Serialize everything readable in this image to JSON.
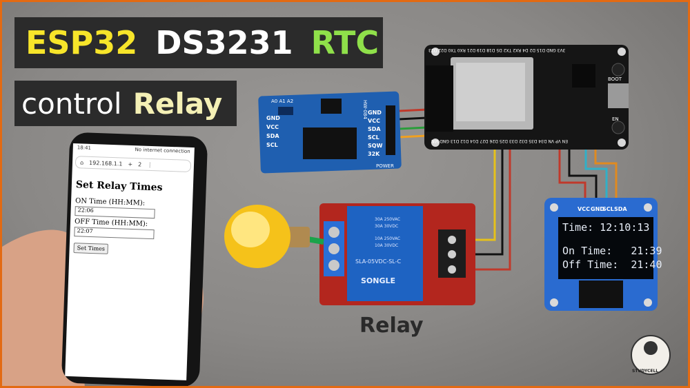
{
  "title": {
    "line1": [
      "ESP32",
      "DS3231",
      "RTC"
    ],
    "line2_a": "control",
    "line2_b": "Relay"
  },
  "phone": {
    "status_time": "18:41",
    "network": "No internet connection",
    "url": "192.168.1.1",
    "tabs": "2",
    "heading": "Set Relay Times",
    "on_label": "ON Time (HH:MM):",
    "on_value": "22:06",
    "off_label": "OFF Time (HH:MM):",
    "off_value": "22:07",
    "button": "Set Times"
  },
  "relay": {
    "caption": "Relay",
    "brand": "SONGLE",
    "model": "SLA-05VDC-SL-C",
    "rating1": "30A 250VAC",
    "rating2": "30A 30VDC",
    "rating3": "10A 250VAC",
    "rating4": "10A 30VDC"
  },
  "rtc": {
    "label": "HW-084",
    "pins": [
      "GND",
      "VCC",
      "SDA",
      "SCL",
      "SQW",
      "32K"
    ],
    "left_pins": [
      "GND",
      "VCC",
      "SDA",
      "SCL"
    ],
    "addr": "A0 A1 A2",
    "power": "POWER"
  },
  "esp32": {
    "top_pins": "3V3 GND D15 D2 D4 RX2 TX2 D5 D18 D19 D21 RX0 TX0 D22 D23",
    "bottom_pins": "EN VP VN D34 D35 D32 D33 D25 D26 D27 D14 D12 D13 GND VIN",
    "boot": "BOOT",
    "en": "EN"
  },
  "oled": {
    "pins": [
      "VCC",
      "GND",
      "SCL",
      "SDA"
    ],
    "line_time": "Time: 12:10:13",
    "line_on": "On Time:   21:39",
    "line_off": "Off Time:  21:40"
  },
  "logo": {
    "text": "STUDYCELL"
  },
  "colors": {
    "frame": "#e36a12",
    "title_bg": "#2b2b2b",
    "title_yellow": "#f7e52a",
    "title_green": "#8fe04a",
    "rtc_board": "#1f5fb0",
    "esp_board": "#151515",
    "relay_board": "#b3261e",
    "relay_block": "#1e63c2",
    "oled_board": "#2a6bd0"
  }
}
